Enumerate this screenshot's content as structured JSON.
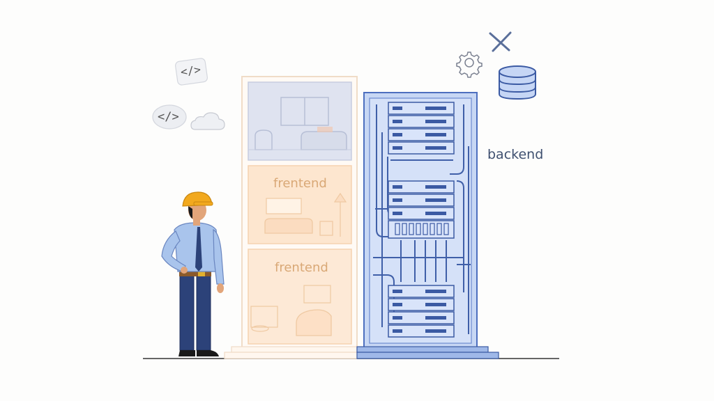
{
  "labels": {
    "frontend_1": "frentend",
    "frontend_2": "frentend",
    "backend": "backend"
  },
  "icons": {
    "code_badge_1": "</>",
    "code_badge_2": "</>"
  },
  "colors": {
    "frontend": "#f7c99a",
    "frontend_text": "#d9a876",
    "top_room": "#c8d0e8",
    "backend": "#5b7cc6",
    "backend_dark": "#3b5aa3",
    "backend_fill": "#c6d6f5",
    "hardhat": "#f2a91e",
    "shirt": "#a9c4ec",
    "pants": "#2c4279",
    "ground": "#333333"
  }
}
